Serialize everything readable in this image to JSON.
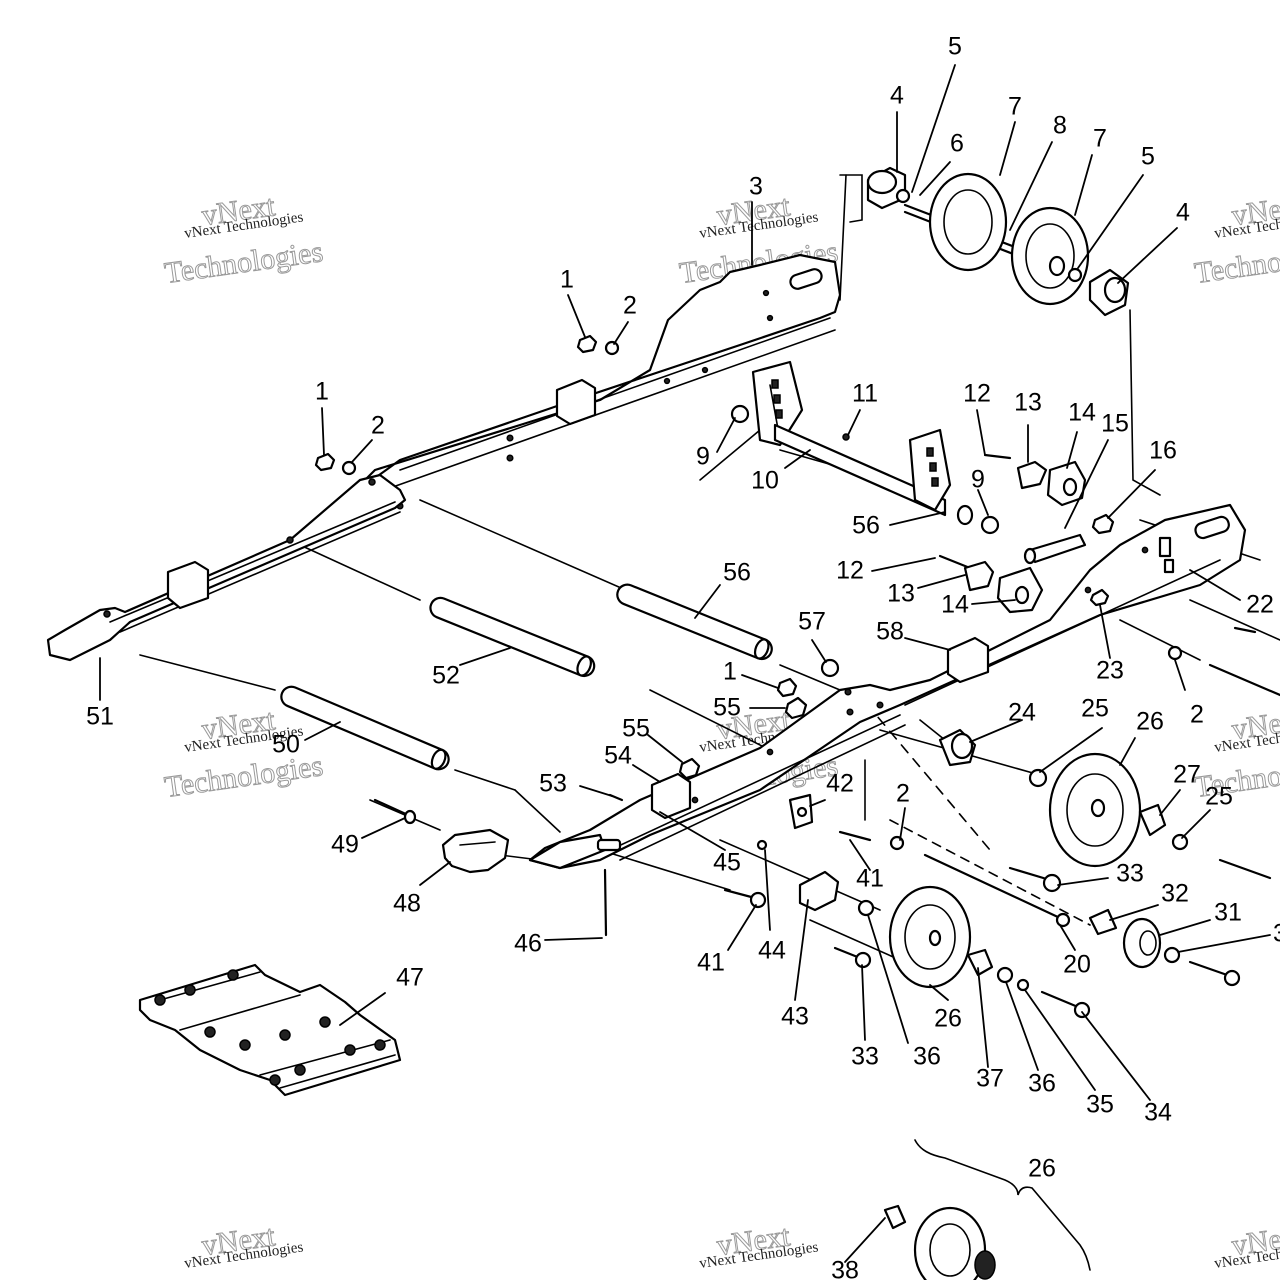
{
  "watermark": {
    "line1": "vNext Technologies",
    "line2": "vNext",
    "line3": "Technologies"
  },
  "callouts": [
    {
      "id": "c5a",
      "text": "5"
    },
    {
      "id": "c4a",
      "text": "4"
    },
    {
      "id": "c7a",
      "text": "7"
    },
    {
      "id": "c8",
      "text": "8"
    },
    {
      "id": "c6",
      "text": "6"
    },
    {
      "id": "c7b",
      "text": "7"
    },
    {
      "id": "c5b",
      "text": "5"
    },
    {
      "id": "c4b",
      "text": "4"
    },
    {
      "id": "c3",
      "text": "3"
    },
    {
      "id": "c1a",
      "text": "1"
    },
    {
      "id": "c2a",
      "text": "2"
    },
    {
      "id": "c1b",
      "text": "1"
    },
    {
      "id": "c2b",
      "text": "2"
    },
    {
      "id": "c11",
      "text": "11"
    },
    {
      "id": "c9a",
      "text": "9"
    },
    {
      "id": "c10",
      "text": "10"
    },
    {
      "id": "c12a",
      "text": "12"
    },
    {
      "id": "c13a",
      "text": "13"
    },
    {
      "id": "c14a",
      "text": "14"
    },
    {
      "id": "c15",
      "text": "15"
    },
    {
      "id": "c16",
      "text": "16"
    },
    {
      "id": "c9b",
      "text": "9"
    },
    {
      "id": "c56a",
      "text": "56"
    },
    {
      "id": "c12b",
      "text": "12"
    },
    {
      "id": "c13b",
      "text": "13"
    },
    {
      "id": "c14b",
      "text": "14"
    },
    {
      "id": "c22",
      "text": "22"
    },
    {
      "id": "c56b",
      "text": "56"
    },
    {
      "id": "c57",
      "text": "57"
    },
    {
      "id": "c58",
      "text": "58"
    },
    {
      "id": "c23",
      "text": "23"
    },
    {
      "id": "c2c",
      "text": "2"
    },
    {
      "id": "c52",
      "text": "52"
    },
    {
      "id": "c51",
      "text": "51"
    },
    {
      "id": "c1c",
      "text": "1"
    },
    {
      "id": "c55a",
      "text": "55"
    },
    {
      "id": "c24",
      "text": "24"
    },
    {
      "id": "c25a",
      "text": "25"
    },
    {
      "id": "c26a",
      "text": "26"
    },
    {
      "id": "c50",
      "text": "50"
    },
    {
      "id": "c55b",
      "text": "55"
    },
    {
      "id": "c54",
      "text": "54"
    },
    {
      "id": "c53",
      "text": "53"
    },
    {
      "id": "c42",
      "text": "42"
    },
    {
      "id": "c27",
      "text": "27"
    },
    {
      "id": "c25b",
      "text": "25"
    },
    {
      "id": "c2d",
      "text": "2"
    },
    {
      "id": "c49",
      "text": "49"
    },
    {
      "id": "c45",
      "text": "45"
    },
    {
      "id": "c41a",
      "text": "41"
    },
    {
      "id": "c33a",
      "text": "33"
    },
    {
      "id": "c48",
      "text": "48"
    },
    {
      "id": "c32",
      "text": "32"
    },
    {
      "id": "c31",
      "text": "31"
    },
    {
      "id": "c3x",
      "text": "3"
    },
    {
      "id": "c46",
      "text": "46"
    },
    {
      "id": "c41b",
      "text": "41"
    },
    {
      "id": "c44",
      "text": "44"
    },
    {
      "id": "c20",
      "text": "20"
    },
    {
      "id": "c47",
      "text": "47"
    },
    {
      "id": "c43",
      "text": "43"
    },
    {
      "id": "c26b",
      "text": "26"
    },
    {
      "id": "c33b",
      "text": "33"
    },
    {
      "id": "c36a",
      "text": "36"
    },
    {
      "id": "c37",
      "text": "37"
    },
    {
      "id": "c36b",
      "text": "36"
    },
    {
      "id": "c35",
      "text": "35"
    },
    {
      "id": "c34",
      "text": "34"
    },
    {
      "id": "c26c",
      "text": "26"
    },
    {
      "id": "c38",
      "text": "38"
    }
  ]
}
